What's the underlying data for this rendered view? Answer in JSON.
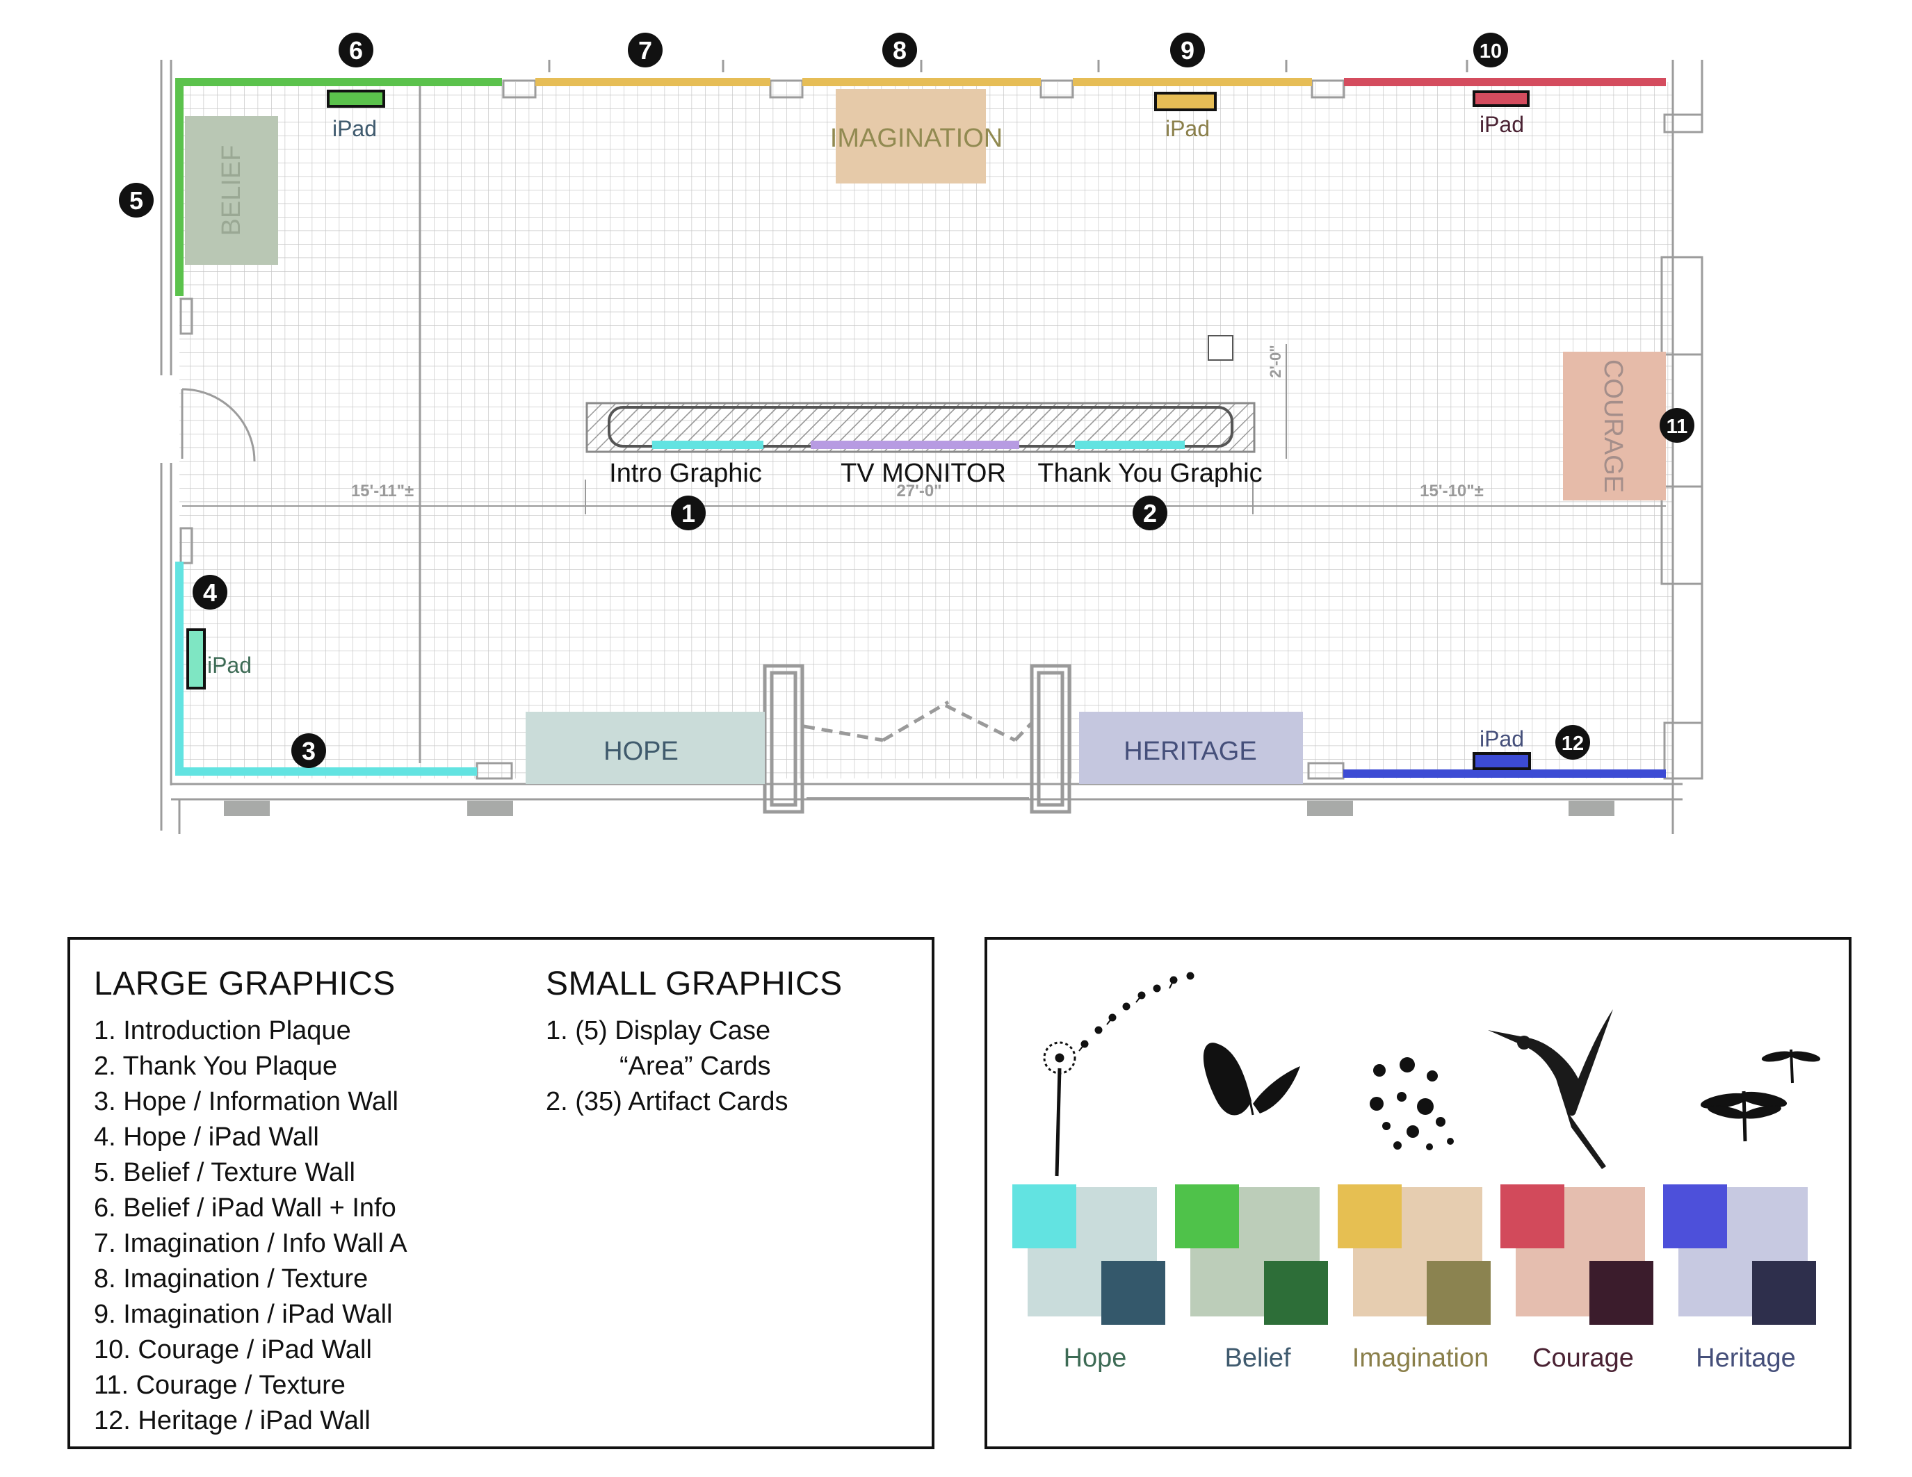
{
  "rooms": {
    "belief": "BELIEF",
    "imagination": "IMAGINATION",
    "courage": "COURAGE",
    "hope": "HOPE",
    "heritage": "HERITAGE"
  },
  "fixtures": {
    "intro_graphic": "Intro Graphic",
    "tv_monitor": "TV MONITOR",
    "thank_you_graphic": "Thank You Graphic"
  },
  "ipad_label": "iPad",
  "markers": [
    "1",
    "2",
    "3",
    "4",
    "5",
    "6",
    "7",
    "8",
    "9",
    "10",
    "11",
    "12"
  ],
  "dimensions": {
    "left_span": "15'-11\"±",
    "center_span": "27'-0\"",
    "right_span": "15'-10\"±",
    "case_depth": "2'-0\""
  },
  "large_graphics": {
    "heading": "LARGE GRAPHICS",
    "items": [
      "1. Introduction Plaque",
      "2. Thank You Plaque",
      "3. Hope / Information Wall",
      "4. Hope /  iPad Wall",
      "5. Belief / Texture Wall",
      "6. Belief / iPad Wall + Info",
      "7. Imagination / Info Wall A",
      "8. Imagination / Texture",
      "9. Imagination / iPad Wall",
      "10. Courage / iPad Wall",
      "11. Courage / Texture",
      "12. Heritage / iPad Wall"
    ]
  },
  "small_graphics": {
    "heading": "SMALL GRAPHICS",
    "items": [
      "1. (5) Display Case",
      "“Area” Cards",
      "2. (35) Artifact Cards"
    ]
  },
  "palettes": [
    {
      "name": "Hope",
      "label_color": "#3d6b55",
      "bright": "#62e3e1",
      "light": "#c9dcdb",
      "dark": "#34586b",
      "icon": "dandelion-icon"
    },
    {
      "name": "Belief",
      "label_color": "#3f5a6e",
      "bright": "#4fc24a",
      "light": "#bccdb9",
      "dark": "#2d6e38",
      "icon": "butterfly-icon"
    },
    {
      "name": "Imagination",
      "label_color": "#8a7f4a",
      "bright": "#e6bf52",
      "light": "#e6cdb0",
      "dark": "#8b8350",
      "icon": "sparkle-flower-icon"
    },
    {
      "name": "Courage",
      "label_color": "#4a2233",
      "bright": "#d24a5b",
      "light": "#e5beaf",
      "dark": "#3b1c2c",
      "icon": "hummingbird-icon"
    },
    {
      "name": "Heritage",
      "label_color": "#454f7a",
      "bright": "#4d50da",
      "light": "#c7c9e1",
      "dark": "#2e2f4c",
      "icon": "dragonfly-icon"
    }
  ],
  "colors": {
    "hope_wall": "#62e3e1",
    "belief_wall": "#5bc24c",
    "imagination_wall": "#e6bd56",
    "courage_wall": "#d44c5e",
    "heritage_wall": "#3c4bd4",
    "belief_panel": "#b9c7b4",
    "imagination_panel": "#e6caa9",
    "courage_panel": "#e6bba9",
    "hope_panel": "#cadcd9",
    "heritage_panel": "#c5c7df",
    "tv_strip": "#b79be2",
    "grid_line": "#c8c8c8"
  }
}
